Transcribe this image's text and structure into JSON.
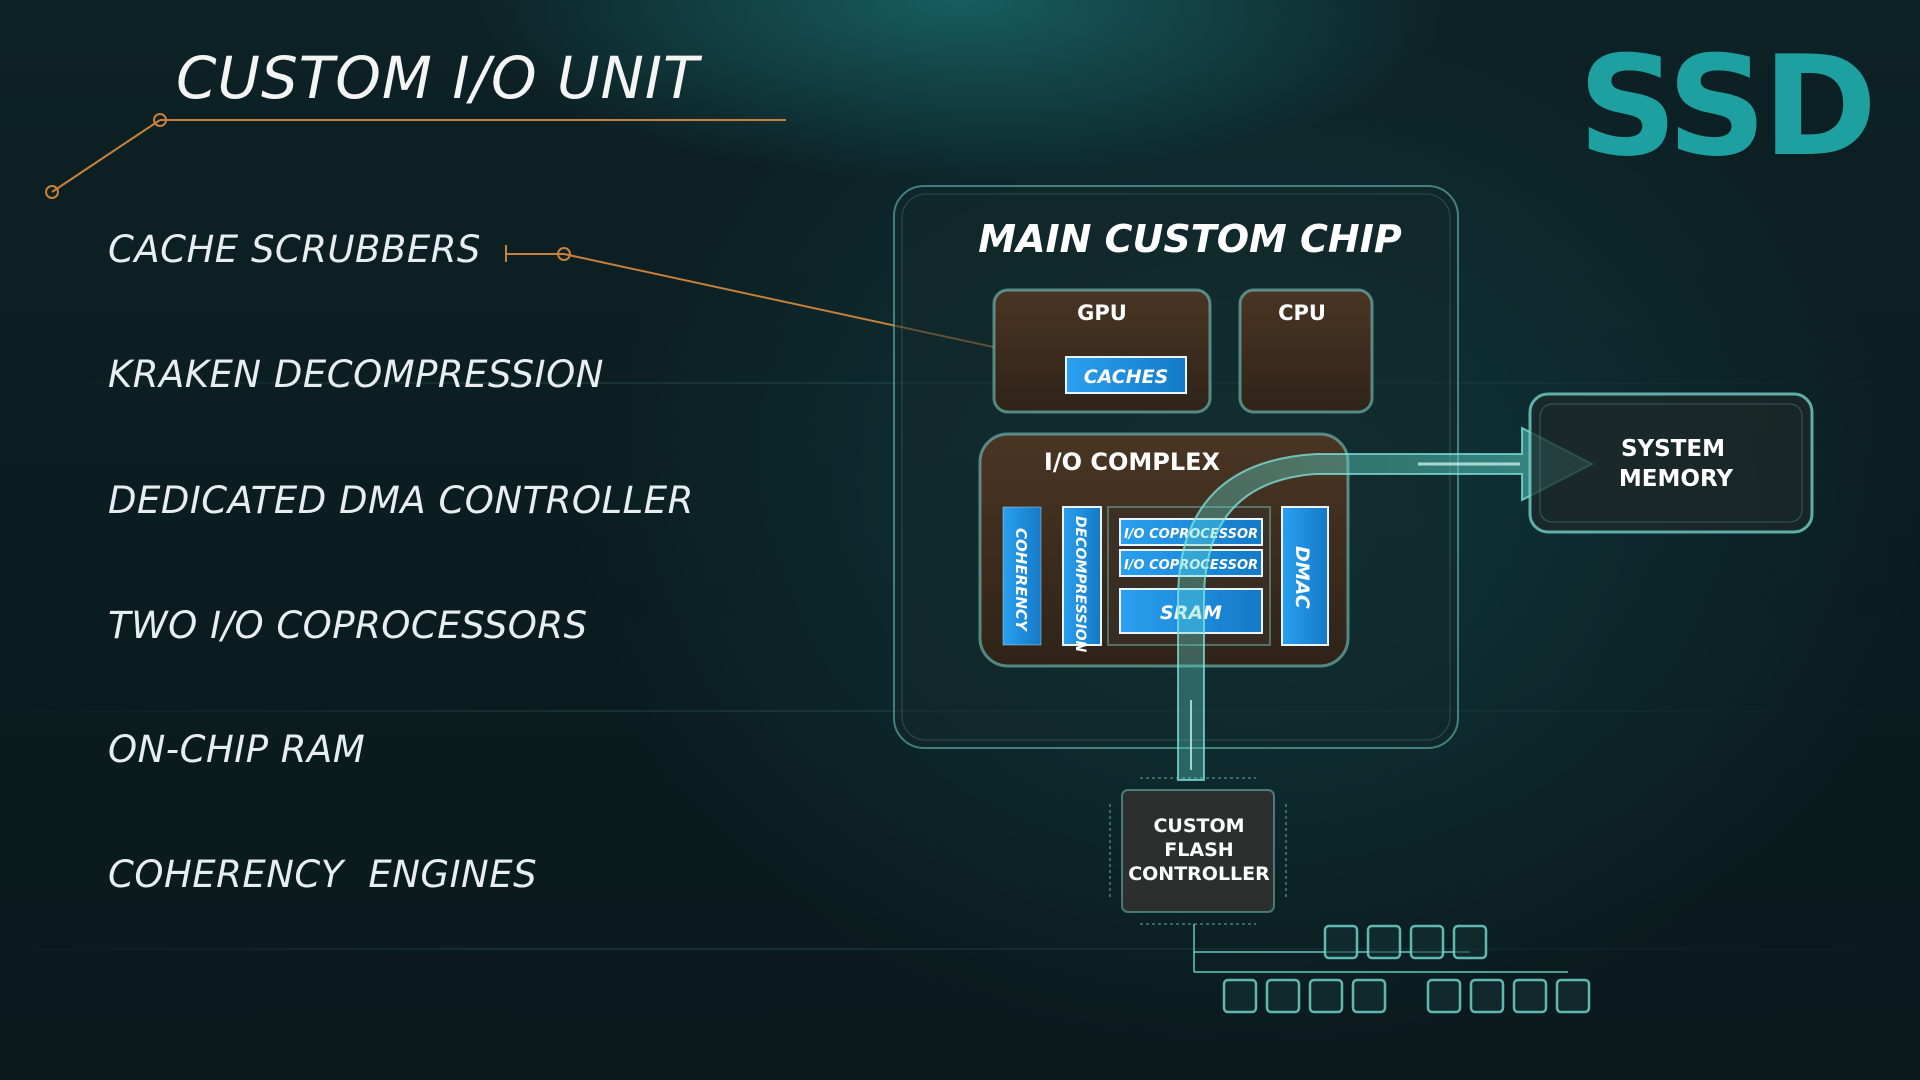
{
  "title": "CUSTOM I/O UNIT",
  "logo_text": "SSD",
  "features": [
    "CACHE SCRUBBERS",
    "KRAKEN DECOMPRESSION",
    "DEDICATED DMA CONTROLLER",
    "TWO I/O COPROCESSORS",
    "ON-CHIP RAM",
    "COHERENCY  ENGINES"
  ],
  "diagram": {
    "main_chip": "MAIN CUSTOM CHIP",
    "gpu": "GPU",
    "caches": "CACHES",
    "cpu": "CPU",
    "io_complex": "I/O COMPLEX",
    "coherency": "COHERENCY",
    "decompression": "DECOMPRESSION",
    "io_coprocessor_1": "I/O COPROCESSOR",
    "io_coprocessor_2": "I/O COPROCESSOR",
    "sram": "SRAM",
    "dmac": "DMAC",
    "system_memory_line1": "SYSTEM",
    "system_memory_line2": "MEMORY",
    "flash_line1": "CUSTOM",
    "flash_line2": "FLASH",
    "flash_line3": "CONTROLLER"
  },
  "colors": {
    "accent_teal": "#1fa0a0",
    "block_blue": "#1b8fe0",
    "leader_orange": "#c8813a",
    "panel_brown": "#3b2c1f"
  }
}
